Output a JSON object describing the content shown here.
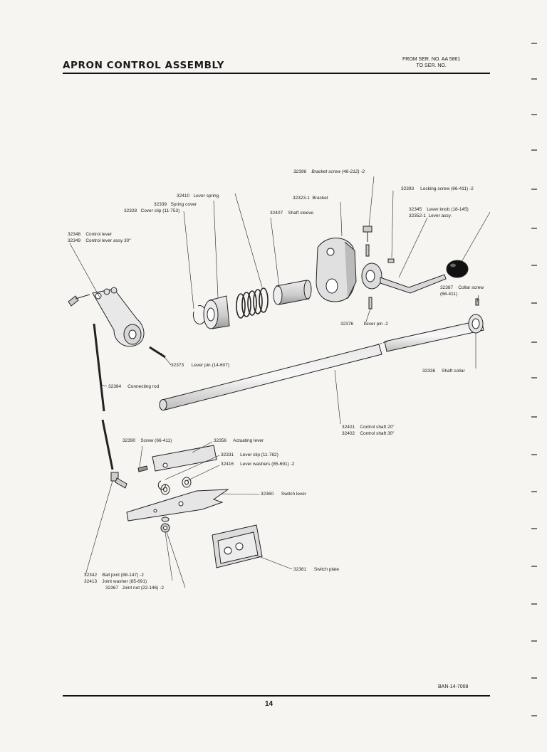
{
  "header": {
    "title": "APRON CONTROL ASSEMBLY",
    "serial_from": "FROM SER. NO. AA 5861",
    "serial_to": "TO SER. NO."
  },
  "footer": {
    "doc_number": "BAN-14-7008",
    "page_number": "14"
  },
  "parts": [
    {
      "num": "32396",
      "desc": "Bracket screw (46-212) -2"
    },
    {
      "num": "32393",
      "desc": "Locking screw (66-411) -2"
    },
    {
      "num": "32410",
      "desc": "Lever spring"
    },
    {
      "num": "32339",
      "desc": "Spring cover"
    },
    {
      "num": "32328",
      "desc": "Cover clip (11-753)"
    },
    {
      "num": "32323-1",
      "desc": "Bracket"
    },
    {
      "num": "32407",
      "desc": "Shaft sleeve"
    },
    {
      "num": "32345",
      "desc": "Lever knob (18-145)"
    },
    {
      "num": "32352-1",
      "desc": "Lever assy."
    },
    {
      "num": "32348",
      "desc": "Control lever"
    },
    {
      "num": "32349",
      "desc": "Control lever assy 30\""
    },
    {
      "num": "32387",
      "desc": "Collar screw"
    },
    {
      "num": "",
      "desc": "(66-411)"
    },
    {
      "num": "32376",
      "desc": "Lever pin -2"
    },
    {
      "num": "32373",
      "desc": "Lever pin (14-607)"
    },
    {
      "num": "32336",
      "desc": "Shaft collar"
    },
    {
      "num": "32384",
      "desc": "Connecting rod"
    },
    {
      "num": "32401",
      "desc": "Control shaft 20\""
    },
    {
      "num": "32402",
      "desc": "Control shaft 30\""
    },
    {
      "num": "32390",
      "desc": "Screw (66-411)"
    },
    {
      "num": "32356",
      "desc": "Actuating lever"
    },
    {
      "num": "32331",
      "desc": "Lever clip (11-782)"
    },
    {
      "num": "32416",
      "desc": "Lever washers (85-691) -2"
    },
    {
      "num": "32360",
      "desc": "Switch lever"
    },
    {
      "num": "32381",
      "desc": "Switch plate"
    },
    {
      "num": "32342",
      "desc": "Ball joint (88-147) -2"
    },
    {
      "num": "32413",
      "desc": "Joint washer (85-691)"
    },
    {
      "num": "32367",
      "desc": "Joint nut (22-146) -2"
    }
  ]
}
